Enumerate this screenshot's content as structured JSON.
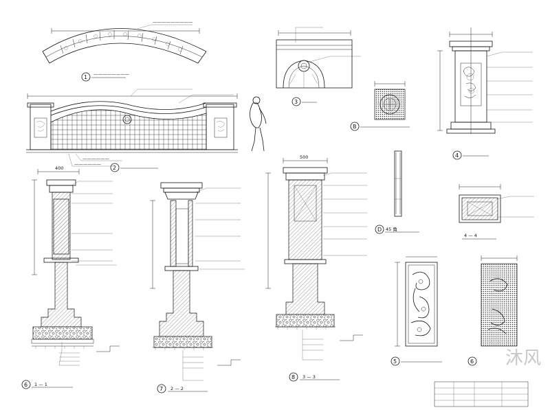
{
  "views": {
    "plan": {
      "number": "1"
    },
    "elevation": {
      "number": "2"
    },
    "detail_3": {
      "number": "3"
    },
    "logo_detail": {
      "number": "B"
    },
    "column_4": {
      "number": "4"
    },
    "fence_detail": {
      "number": "D",
      "label": "45 角"
    },
    "section_4_4": {
      "label": "4 — 4"
    },
    "panel_5": {
      "number": "5"
    },
    "panel_6": {
      "number": "6"
    },
    "section_1_1": {
      "number": "6",
      "label": "1 — 1"
    },
    "section_2_2": {
      "number": "7",
      "label": "2 — 2"
    },
    "section_3_3": {
      "number": "8",
      "label": "3 — 3"
    }
  },
  "dimensions": {
    "top_400": "400",
    "top_500": "500"
  },
  "watermark": "沐风"
}
